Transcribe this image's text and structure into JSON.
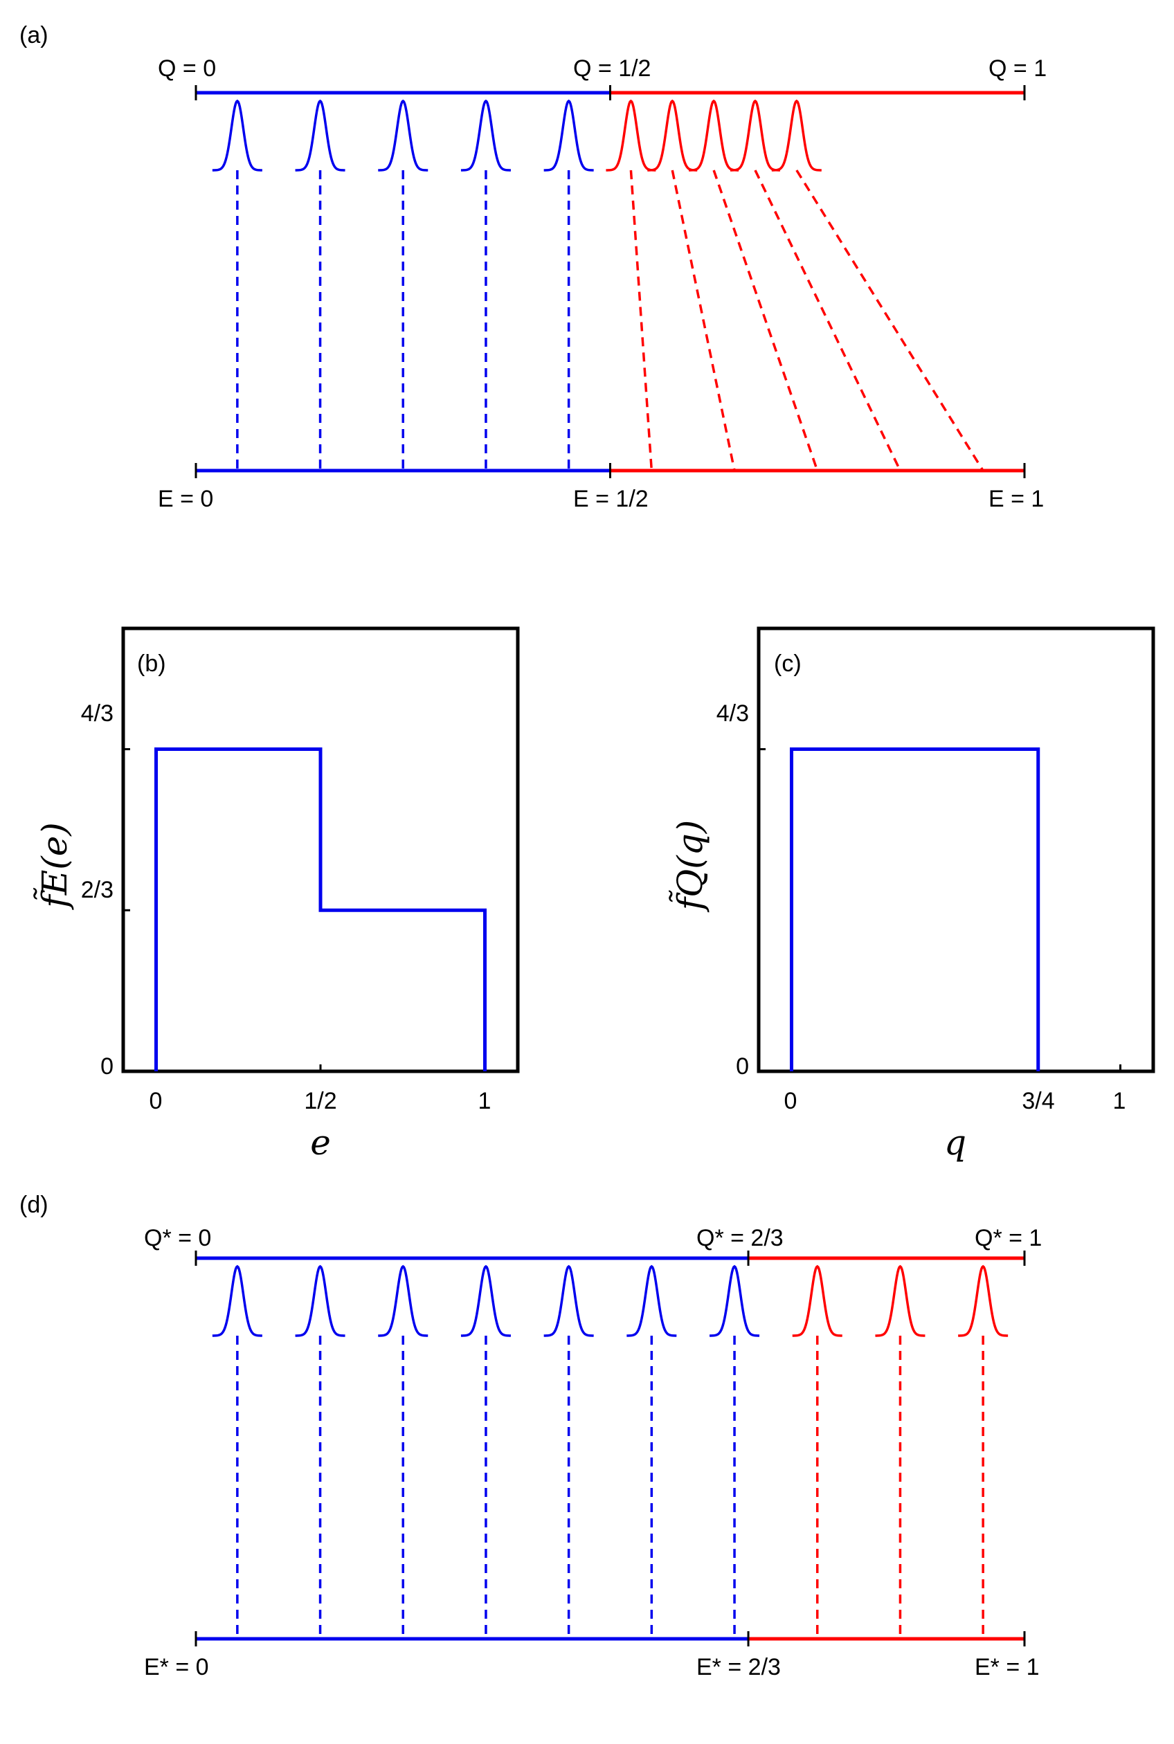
{
  "panel_a": {
    "tag": "(a)",
    "q_labels": {
      "left": "Q = 0",
      "mid": "Q = 1/2",
      "right": "Q = 1"
    },
    "e_labels": {
      "left": "E = 0",
      "mid": "E = 1/2",
      "right": "E = 1"
    },
    "colors": {
      "low": "#0000ee",
      "high": "#ff0000"
    },
    "low_peaks_Q": [
      0.05,
      0.15,
      0.25,
      0.35,
      0.45
    ],
    "low_targets_E": [
      0.05,
      0.15,
      0.25,
      0.35,
      0.45
    ],
    "high_peaks_Q": [
      0.525,
      0.575,
      0.625,
      0.675,
      0.725
    ],
    "high_targets_E": [
      0.55,
      0.65,
      0.75,
      0.85,
      0.95
    ]
  },
  "panel_b": {
    "tag": "(b)",
    "ylabel": "f̃E(e)",
    "xlabel": "e",
    "xticks": [
      "0",
      "1/2",
      "1"
    ],
    "yticks": [
      "0",
      "2/3",
      "4/3"
    ],
    "chart_data": {
      "type": "line",
      "x": [
        0,
        0,
        0.5,
        0.5,
        1,
        1
      ],
      "y": [
        0,
        1.3333,
        1.3333,
        0.6667,
        0.6667,
        0
      ],
      "xlim": [
        -0.1,
        1.1
      ],
      "ylim": [
        0,
        1.8333
      ],
      "color": "#0000ee"
    }
  },
  "panel_c": {
    "tag": "(c)",
    "ylabel": "f̃Q(q)",
    "xlabel": "q",
    "xticks": [
      "0",
      "3/4",
      "1"
    ],
    "yticks": [
      "0",
      "4/3"
    ],
    "chart_data": {
      "type": "line",
      "x": [
        0,
        0,
        0.75,
        0.75
      ],
      "y": [
        0,
        1.3333,
        1.3333,
        0
      ],
      "xlim": [
        -0.1,
        1.1
      ],
      "ylim": [
        0,
        1.8333
      ],
      "color": "#0000ee"
    }
  },
  "panel_d": {
    "tag": "(d)",
    "q_labels": {
      "left": "Q* = 0",
      "mid": "Q* = 2/3",
      "right": "Q* = 1"
    },
    "e_labels": {
      "left": "E* = 0",
      "mid": "E* = 2/3",
      "right": "E* = 1"
    },
    "colors": {
      "low": "#0000ee",
      "high": "#ff0000"
    },
    "low_peaks_Q": [
      0.05,
      0.15,
      0.25,
      0.35,
      0.45,
      0.55,
      0.65
    ],
    "low_targets_E": [
      0.05,
      0.15,
      0.25,
      0.35,
      0.45,
      0.55,
      0.65
    ],
    "high_peaks_Q": [
      0.75,
      0.85,
      0.95
    ],
    "high_targets_E": [
      0.75,
      0.85,
      0.95
    ],
    "split": 0.6667
  }
}
